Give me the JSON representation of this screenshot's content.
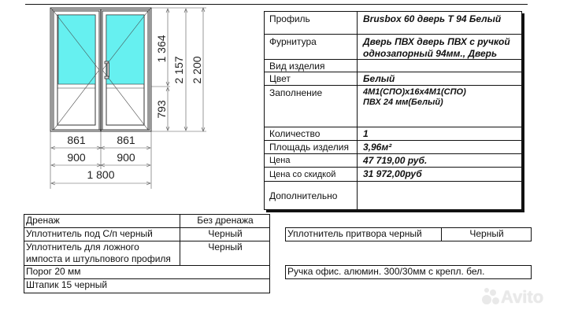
{
  "drawing": {
    "glass_color": "#66F0F0",
    "dimensions": {
      "sash_width_left": "861",
      "sash_width_right": "861",
      "leaf_width_left": "900",
      "leaf_width_right": "900",
      "total_width": "1 800",
      "upper_height": "1 364",
      "lower_height": "793",
      "sash_height": "2 157",
      "total_height": "2 200"
    }
  },
  "spec": {
    "rows": [
      {
        "label": "Профиль",
        "value": "Brusbox 60 дверь Т 94 Белый"
      },
      {
        "label": "Фурнитура",
        "value": "Дверь ПВХ дверь ПВХ с ручкой",
        "value2": "однозапорный 94мм., Дверь"
      },
      {
        "label": "Вид изделия",
        "value": ""
      },
      {
        "label": "Цвет",
        "value": "Белый"
      },
      {
        "label": "Заполнение",
        "value": "4М1(СПО)х16х4М1(СПО)",
        "value2": "ПВХ 24 мм(Белый)"
      },
      {
        "label": "Количество",
        "value": "1"
      },
      {
        "label": "Площадь изделия",
        "value": "3,96м²"
      },
      {
        "label": "Цена",
        "value": "47 719,00 руб."
      },
      {
        "label": "Цена со скидкой",
        "value": "31 972,00руб"
      },
      {
        "label": "Дополнительно",
        "value": ""
      }
    ]
  },
  "accessories_left": {
    "rows": [
      {
        "label": "Дренаж",
        "value": "Без дренажа"
      },
      {
        "label": "Уплотнитель под С/п черный",
        "value": "Черный"
      },
      {
        "label": "Уплотнитель для ложного",
        "label2": "импоста и штульпового профиля",
        "value": "Черный"
      },
      {
        "label": "Порог 20 мм"
      },
      {
        "label": "Штапик 15 черный"
      }
    ]
  },
  "accessories_right": {
    "seal": {
      "label": "Уплотнитель притвора черный",
      "value": "Черный"
    },
    "handle": {
      "label": "Ручка офис. алюмин. 300/30мм с крепл. бел."
    }
  },
  "watermark": {
    "text": "Avito"
  }
}
